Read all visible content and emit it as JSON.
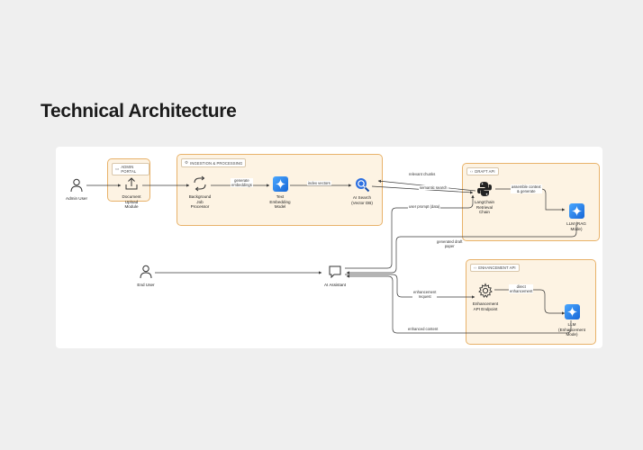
{
  "page": {
    "title": "Technical Architecture"
  },
  "groups": {
    "admin_portal": {
      "label": "ADMIN PORTAL"
    },
    "ingestion": {
      "label": "INGESTION & PROCESSING"
    },
    "draft_api": {
      "label": "DRAFT API"
    },
    "enhancement_api": {
      "label": "ENHANCEMENT API"
    }
  },
  "nodes": {
    "admin_user": {
      "label": "Admin User",
      "icon": "person-icon"
    },
    "document_upload": {
      "label": "Document\nUpload\nModule",
      "icon": "upload-icon"
    },
    "background_job": {
      "label": "Background\nJob\nProcessor",
      "icon": "sync-icon"
    },
    "text_embedding": {
      "label": "Text\nEmbedding\nModel",
      "icon": "sparkle-icon"
    },
    "ai_search": {
      "label": "AI Search\n(Vector DB)",
      "icon": "search-icon"
    },
    "langchain": {
      "label": "LangChain\nRetrieval\nChain",
      "icon": "python-icon"
    },
    "llm_rag": {
      "label": "LLM (RAG\nMode)",
      "icon": "sparkle-icon"
    },
    "end_user": {
      "label": "End User",
      "icon": "person-icon"
    },
    "ai_assistant": {
      "label": "AI Assistant",
      "icon": "chat-icon"
    },
    "enhancement_endpoint": {
      "label": "Enhancement\nAPI Endpoint",
      "icon": "gear-icon"
    },
    "llm_enhancement": {
      "label": "LLM\n(Enhancement\nMode)",
      "icon": "sparkle-icon"
    }
  },
  "edges": {
    "generate_embeddings": "generate\nembeddings",
    "index_vectors": "index vectors",
    "relevant_chunks": "relevant chunks",
    "semantic_search": "semantic search",
    "user_prompt": "user prompt (data)",
    "assemble_context": "assemble context\n& generate",
    "generated_draft": "generated draft\npaper",
    "enhancement_request": "enhancement\nrequest",
    "direct_enhancement": "direct\nenhancement",
    "enhanced_content": "enhanced content"
  },
  "colors": {
    "group_fill": "#fdf3e3",
    "group_border": "#e8b26a",
    "edge": "#3a3a3a",
    "llm_tile": "#1f78e6",
    "search_icon": "#2d6fe0"
  }
}
